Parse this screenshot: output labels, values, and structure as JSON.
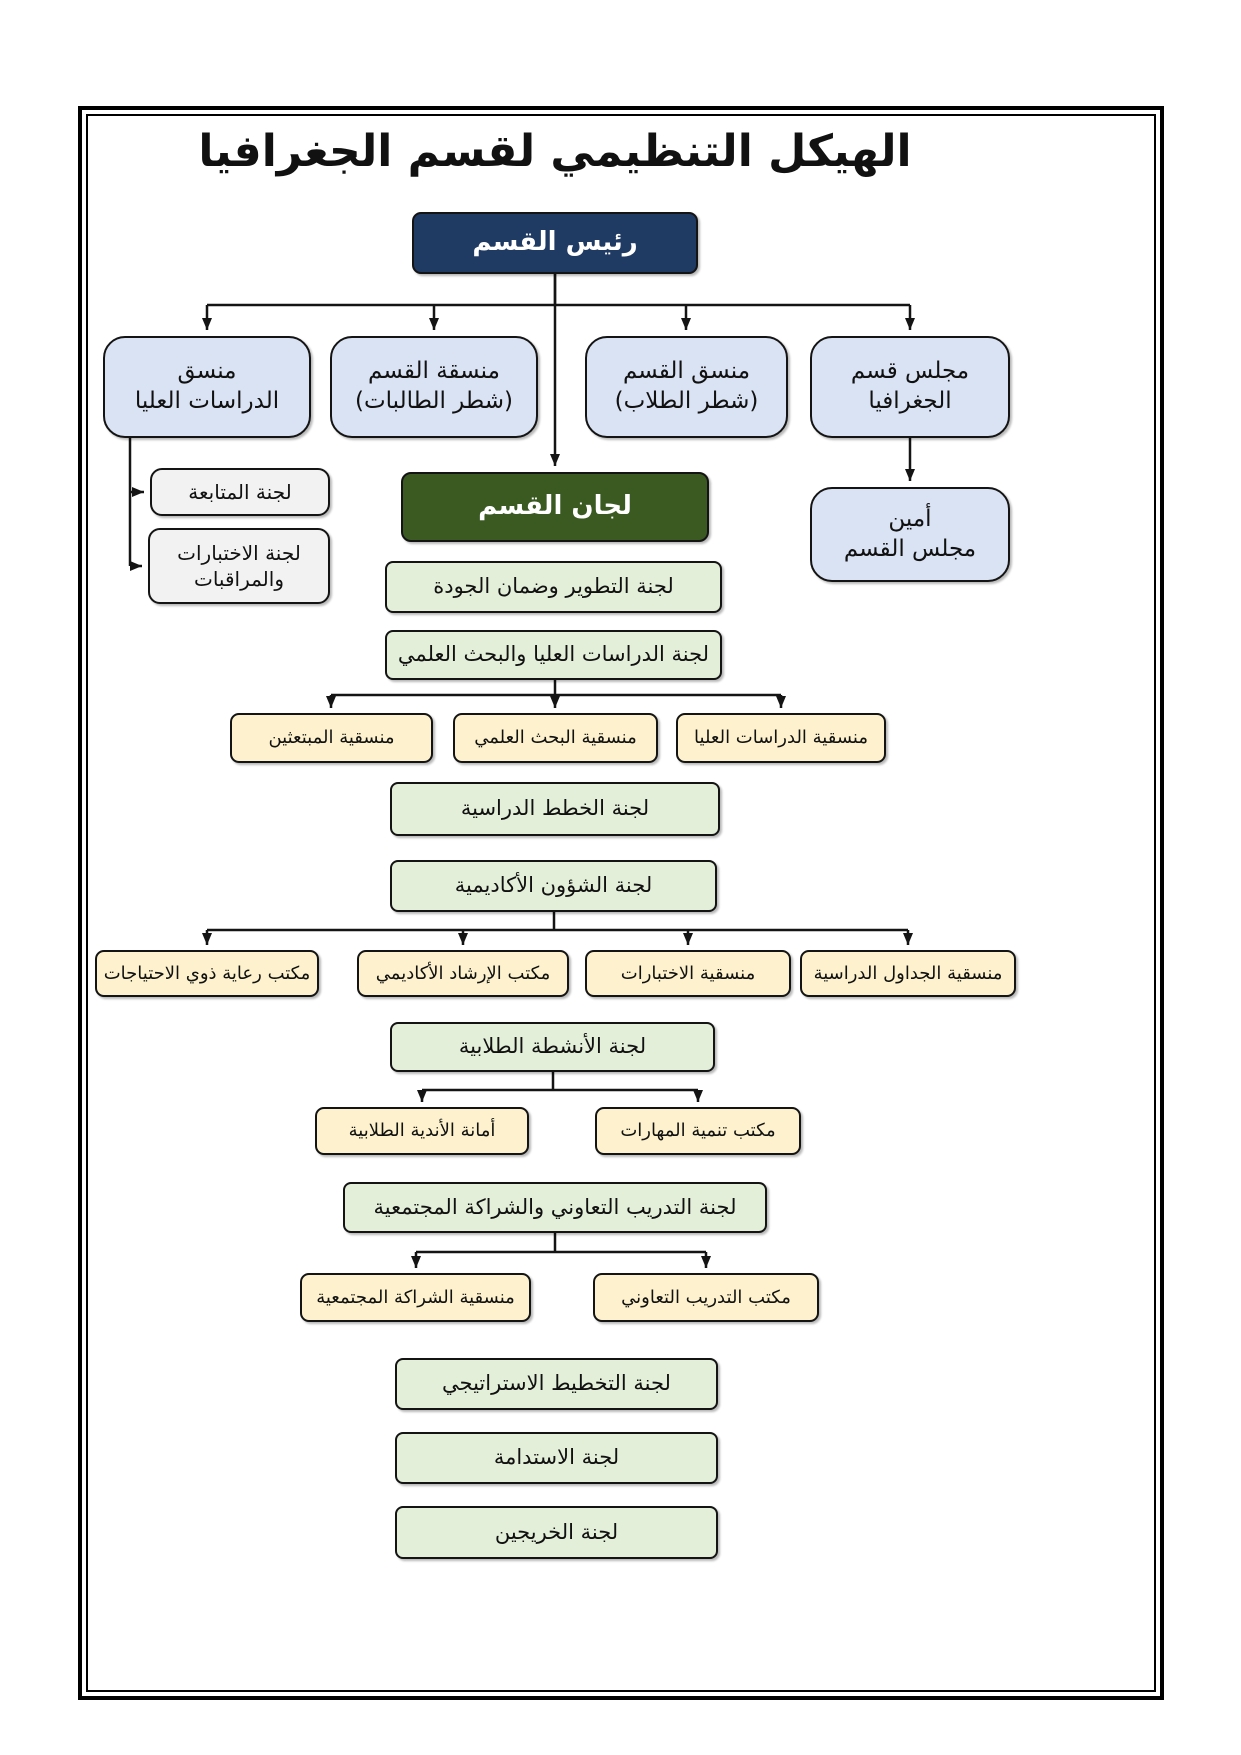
{
  "title": "الهيكل التنظيمي لقسم الجغرافيا",
  "colors": {
    "navy": "#1f3a63",
    "dark_green": "#3a5a22",
    "light_blue": "#dae3f3",
    "light_green": "#e3efd9",
    "yellow": "#fdf2cd",
    "gray": "#f2f2f2",
    "line": "#141414"
  },
  "nodes": {
    "head": "رئيس القسم",
    "grad_coordinator": "منسق\nالدراسات العليا",
    "coordinator_female": "منسقة القسم\n(شطر الطالبات)",
    "coordinator_male": "منسق القسم\n(شطر الطلاب)",
    "dept_council": "مجلس قسم\nالجغرافيا",
    "followup": "لجنة المتابعة",
    "exams_proctoring": "لجنة الاختبارات\nوالمراقبات",
    "committees_header": "لجان القسم",
    "council_secretary": "أمين\nمجلس القسم",
    "quality": "لجنة التطوير وضمان الجودة",
    "grad_research": "لجنة الدراسات العليا والبحث العلمي",
    "grad_research_children": [
      "منسقية الدراسات العليا",
      "منسقية البحث العلمي",
      "منسقية المبتعثين"
    ],
    "study_plans": "لجنة الخطط الدراسية",
    "academic_affairs": "لجنة الشؤون الأكاديمية",
    "academic_children": [
      "منسقية الجداول الدراسية",
      "منسقية الاختبارات",
      "مكتب الإرشاد الأكاديمي",
      "مكتب رعاية ذوي الاحتياجات"
    ],
    "student_activities": "لجنة الأنشطة الطلابية",
    "activities_children": [
      "مكتب تنمية المهارات",
      "أمانة الأندية الطلابية"
    ],
    "coop_training": "لجنة التدريب التعاوني والشراكة المجتمعية",
    "coop_children": [
      "مكتب التدريب التعاوني",
      "منسقية الشراكة المجتمعية"
    ],
    "strategic_planning": "لجنة التخطيط الاستراتيجي",
    "sustainability": "لجنة الاستدامة",
    "alumni": "لجنة الخريجين"
  }
}
